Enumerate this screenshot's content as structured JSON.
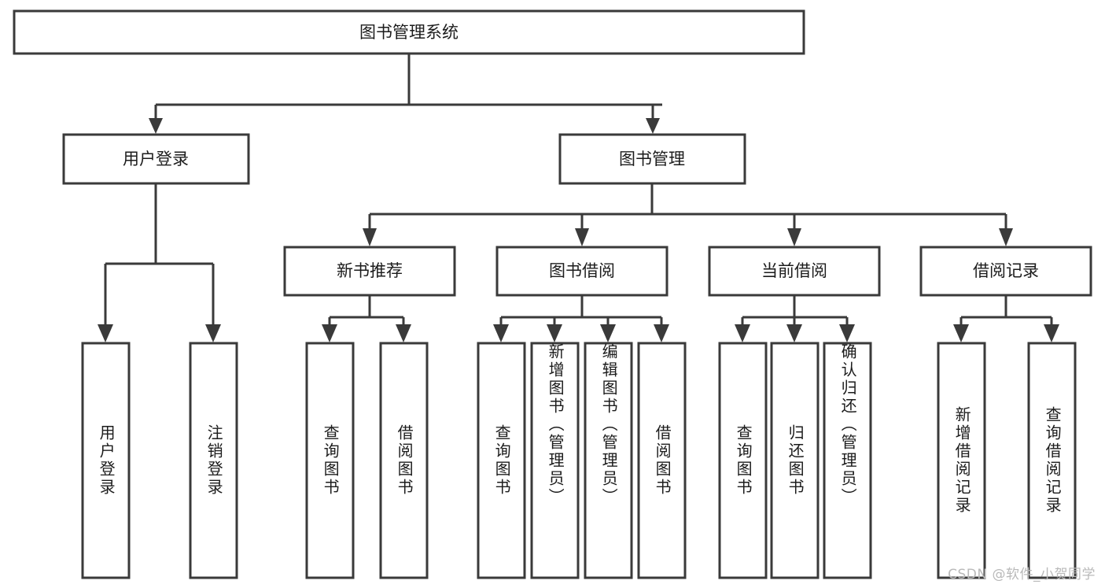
{
  "diagram": {
    "type": "tree",
    "title": "图书管理系统",
    "root": {
      "id": "root",
      "label": "图书管理系统"
    },
    "level1": [
      {
        "id": "user-login",
        "label": "用户登录"
      },
      {
        "id": "book-manage",
        "label": "图书管理"
      }
    ],
    "level2": [
      {
        "id": "new-book-recommend",
        "label": "新书推荐",
        "parent": "book-manage"
      },
      {
        "id": "book-borrow",
        "label": "图书借阅",
        "parent": "book-manage"
      },
      {
        "id": "current-borrow",
        "label": "当前借阅",
        "parent": "book-manage"
      },
      {
        "id": "borrow-record",
        "label": "借阅记录",
        "parent": "book-manage"
      }
    ],
    "leaves": [
      {
        "id": "leaf-user-login",
        "label": "用户登录",
        "parent": "user-login"
      },
      {
        "id": "leaf-user-logout",
        "label": "注销登录",
        "parent": "user-login"
      },
      {
        "id": "leaf-query-book-1",
        "label": "查询图书",
        "parent": "new-book-recommend"
      },
      {
        "id": "leaf-borrow-book-1",
        "label": "借阅图书",
        "parent": "new-book-recommend"
      },
      {
        "id": "leaf-query-book-2",
        "label": "查询图书",
        "parent": "book-borrow"
      },
      {
        "id": "leaf-add-book",
        "label": "新增图书（管理员）",
        "parent": "book-borrow"
      },
      {
        "id": "leaf-edit-book",
        "label": "编辑图书（管理员）",
        "parent": "book-borrow"
      },
      {
        "id": "leaf-borrow-book-2",
        "label": "借阅图书",
        "parent": "book-borrow"
      },
      {
        "id": "leaf-query-book-3",
        "label": "查询图书",
        "parent": "current-borrow"
      },
      {
        "id": "leaf-return-book",
        "label": "归还图书",
        "parent": "current-borrow"
      },
      {
        "id": "leaf-confirm-return",
        "label": "确认归还（管理员）",
        "parent": "current-borrow"
      },
      {
        "id": "leaf-add-record",
        "label": "新增借阅记录",
        "parent": "borrow-record"
      },
      {
        "id": "leaf-query-record",
        "label": "查询借阅记录",
        "parent": "borrow-record"
      }
    ]
  },
  "watermark": {
    "text": "CSDN @软件_小贺同学"
  },
  "colors": {
    "stroke": "#3a3a3a",
    "fill": "#ffffff",
    "text": "#1c1c1c",
    "watermark": "#b9b9b9"
  }
}
